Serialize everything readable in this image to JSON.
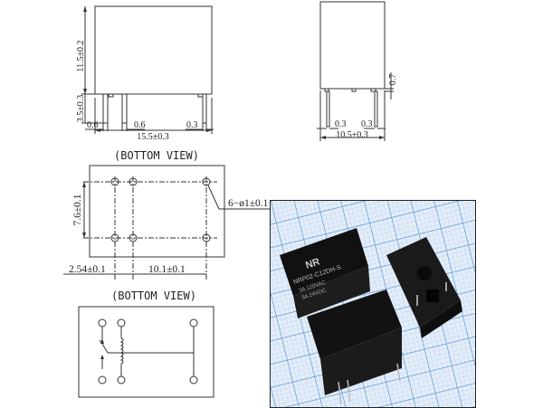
{
  "side_view": {
    "height_label": "11.5±0.2",
    "pin_length_label": "3.5±0.3",
    "pin_width_left_label": "0.6",
    "pin_width_mid_label": "0.6",
    "pin_width_right_label": "0.3",
    "total_width_label": "15.5±0.3"
  },
  "end_view": {
    "standoff_label": "0.7",
    "pin_left_label": "0.3",
    "pin_right_label": "0.3",
    "total_width_label": "10.5±0.3"
  },
  "pcb_layout": {
    "title": "(BOTTOM VIEW)",
    "row_spacing_label": "7.6±0.1",
    "hole_label": "6−ø1±0.1",
    "pitch_label": "2.54±0.1",
    "span_label": "10.1±0.1"
  },
  "schematic": {
    "title": "(BOTTOM VIEW)"
  },
  "photo": {
    "brand": "NR",
    "model": "NRP02-C12DH-S",
    "rating_1": "3A   120VAC",
    "rating_2": "3A   24VDC",
    "grid_color": "#5b9bd5",
    "background_color": "#dde8f5"
  }
}
